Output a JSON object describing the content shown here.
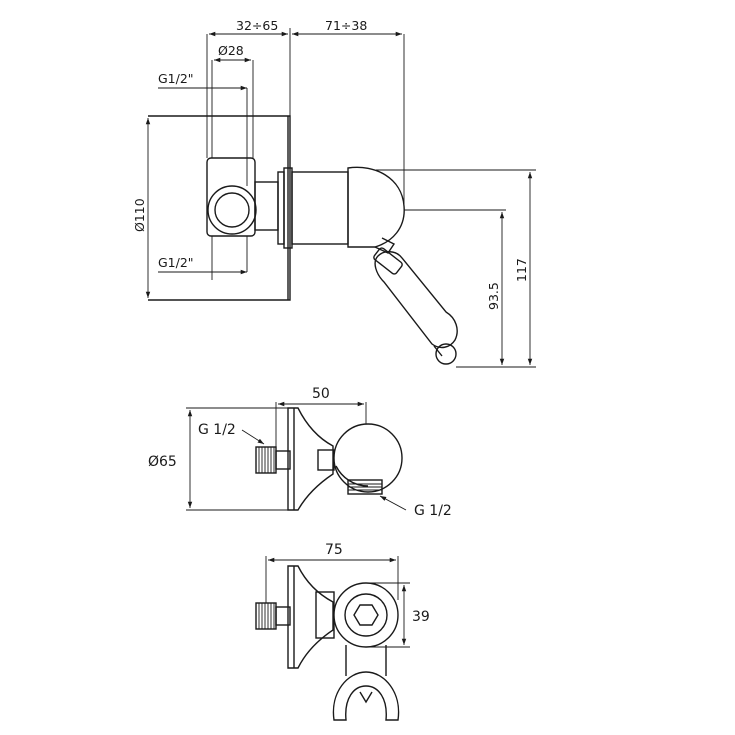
{
  "drawing": {
    "top_view": {
      "dim_top_left": "32÷65",
      "dim_top_right": "71÷38",
      "dim_diameter_28": "Ø28",
      "dim_thread_upper": "G1/2\"",
      "dim_thread_lower": "G1/2\"",
      "dim_diameter_110": "Ø110",
      "dim_height_93_5": "93.5",
      "dim_height_117": "117"
    },
    "side_view": {
      "dim_width_50": "50",
      "dim_thread_left": "G 1/2",
      "dim_thread_right": "G 1/2",
      "dim_diameter_65": "Ø65"
    },
    "bottom_view": {
      "dim_width_75": "75",
      "dim_height_39": "39"
    }
  }
}
